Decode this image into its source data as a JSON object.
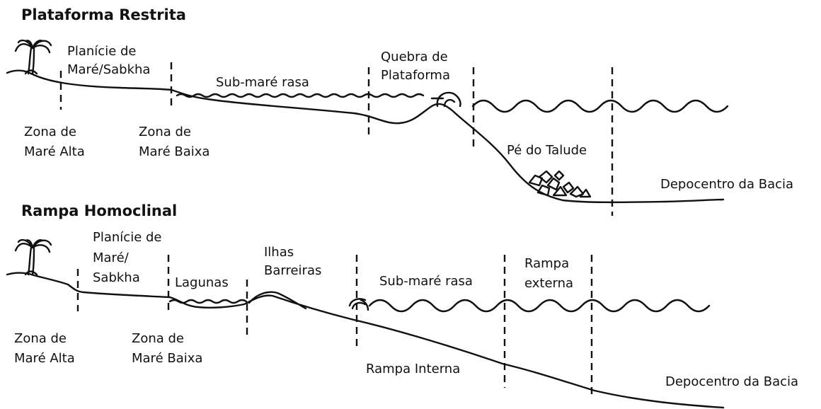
{
  "sections": {
    "restrita": {
      "title": "Plataforma Restrita",
      "planicie_line1": "Planície de",
      "planicie_line2": "Maré/Sabkha",
      "submare": "Sub-maré rasa",
      "quebra_line1": "Quebra de",
      "quebra_line2": "Plataforma",
      "zona_alta_line1": "Zona de",
      "zona_alta_line2": "Maré Alta",
      "zona_baixa_line1": "Zona de",
      "zona_baixa_line2": "Maré Baixa",
      "pe_talude": "Pé do Talude",
      "depocentro": "Depocentro da Bacia"
    },
    "rampa": {
      "title": "Rampa Homoclinal",
      "planicie_line1": "Planície de",
      "planicie_line2": "Maré/",
      "planicie_line3": "Sabkha",
      "lagunas": "Lagunas",
      "ilhas_line1": "Ilhas",
      "ilhas_line2": "Barreiras",
      "submare": "Sub-maré rasa",
      "externa_line1": "Rampa",
      "externa_line2": "externa",
      "zona_alta_line1": "Zona de",
      "zona_alta_line2": "Maré Alta",
      "zona_baixa_line1": "Zona de",
      "zona_baixa_line2": "Maré Baixa",
      "interna": "Rampa Interna",
      "depocentro": "Depocentro da Bacia"
    }
  },
  "icons": {
    "palm": "palm-tree-icon",
    "waves": "wave-line",
    "reef": "reef-mound-icon",
    "debris": "talus-blocks-icon"
  }
}
